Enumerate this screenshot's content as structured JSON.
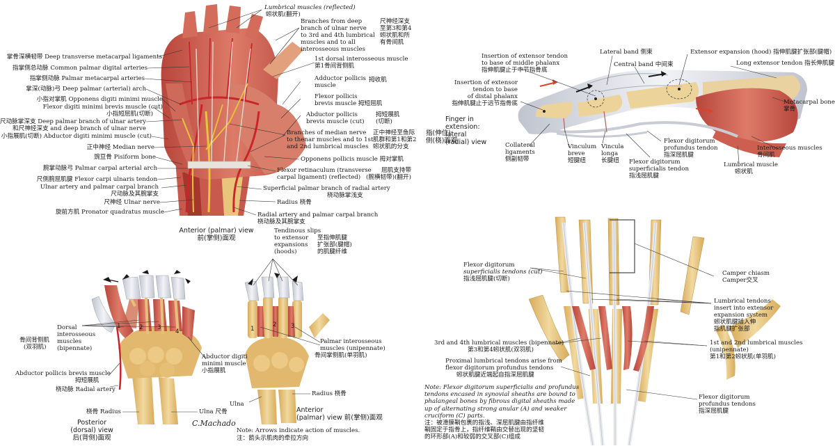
{
  "panels": {
    "palmar": {
      "labels_left": [
        "掌骨深横韧带 Deep transverse metacarpal ligaments",
        "指掌侧总动脉 Common palmar digital arteries",
        "指掌侧动脉 Palmar metacarpal arteries",
        "掌深(动脉)弓 Deep palmar (arterial) arch",
        "小指对掌肌 Opponens digiti minimi muscle",
        "Flexor digiti minimi brevis muscle (cut)",
        "小指短屈肌(切断)",
        "尺动脉掌深支 Deep palmar branch of ulnar artery",
        "和尺神经深支 and deep branch of ulnar nerve",
        "小指展肌(切断) Abductor digiti minimi muscle (cut)",
        "正中神经 Median nerve",
        "豌豆骨 Pisiform bone",
        "腕掌动脉弓 Palmar carpal arterial arch",
        "尺侧腕屈肌腱 Flexor carpi ulnaris tendon",
        "Ulnar artery and palmar carpal branch",
        "尺动脉及其腕掌支",
        "尺神经 Ulnar nerve",
        "旋前方肌 Pronator quadratus muscle"
      ],
      "labels_right": [
        "Lumbrical muscles (reflected)",
        "蚓状肌(翻开)",
        "Branches from deep",
        "branch of ulnar nerve",
        "to 3rd and 4th lumbrical",
        "muscles and to all",
        "interosseous muscles",
        "尺神经深支",
        "至第3和第4",
        "蚓状肌和所",
        "有骨间肌",
        "1st dorsal interosseous muscle",
        "第1骨间背侧肌",
        "Adductor pollicis",
        "muscle",
        "拇收肌",
        "Flexor pollicis",
        "brevis muscle 拇短屈肌",
        "Abductor pollicis",
        "brevis muscle (cut)",
        "拇短展肌",
        "(切断)",
        "Branches of median nerve",
        "to thenar muscles and to 1st",
        "and 2nd lumbrical muscles",
        "正中神经至鱼际",
        "肌群和第1和第2",
        "蚓状肌的分支",
        "Opponens pollicis muscle 拇对掌肌",
        "Flexor retinaculum (transverse",
        "carpal ligament) (reflected)",
        "屈肌支持带",
        "(腕横韧带)(翻开)",
        "Superficial palmar branch of radial artery",
        "桡动脉掌浅支",
        "Radius 桡骨",
        "Radial artery and palmar carpal branch",
        "桡动脉及其腕掌支"
      ],
      "view_en": "Anterior (palmar) view",
      "view_zh": "前(掌侧)面观"
    },
    "finger": {
      "labels": [
        "Insertion of extensor tendon",
        "to base of middle phalanx",
        "指伸肌腱止于中节指骨底",
        "Insertion of extensor",
        "tendon to base",
        "of distal phalanx",
        "指伸肌腱止于远节指骨底",
        "Lateral band 侧束",
        "Central band 中间束",
        "Extensor expansion (hood) 指伸肌腱扩张部(腱帽)",
        "Long extensor tendon 指长伸肌腱",
        "Metacarpal bone",
        "掌骨",
        "Finger in",
        "extension:",
        "lateral",
        "(radial) view",
        "指(伸位):",
        "侧(桡)面观",
        "Collateral",
        "ligaments",
        "侧副韧带",
        "Vinculum",
        "breve",
        "短腱纽",
        "Vincula",
        "longa",
        "长腱纽",
        "Flexor digitorum",
        "profundus tendon",
        "指深屈肌腱",
        "Flexor digitorum",
        "superficialis tendon",
        "指浅屈肌腱",
        "Interosseous muscles",
        "骨间肌",
        "Lumbrical muscle",
        "蚓状肌"
      ]
    },
    "dorsal": {
      "labels": [
        "Dorsal",
        "interosseous",
        "muscles",
        "(bipennate)",
        "骨间背侧肌",
        "(双羽肌)",
        "Abductor pollicis brevis muscle",
        "拇短展肌",
        "桡动脉 Radial artery",
        "Abductor digiti",
        "minimi muscle",
        "小指展肌",
        "桡骨 Radius",
        "Ulna 尺骨"
      ],
      "numbers": [
        "1",
        "2",
        "3",
        "4"
      ],
      "view": [
        "Posterior",
        "(dorsal) view",
        "后(背侧)面观"
      ],
      "signature": "C.Machado"
    },
    "anterior_small": {
      "labels": [
        "Tendinous slips",
        "to extensor",
        "expansions",
        "(hoods)",
        "至指伸肌腱",
        "扩张部(腱帽)",
        "的肌腱纤维",
        "Palmar interosseous",
        "muscles (unipennate)",
        "骨间掌侧肌(单羽肌)",
        "Radius 桡骨",
        "Ulna"
      ],
      "numbers": [
        "1",
        "2",
        "3"
      ],
      "view": [
        "Anterior",
        "(palmar) view 前(掌侧)面观"
      ],
      "note_en": "Note: Arrows indicate action of muscles.",
      "note_zh": "注：箭头示肌肉的牵拉方向"
    },
    "flexor": {
      "labels": [
        "Flexor digitorum",
        "superficialis tendons (cut)",
        "指浅屈肌腱(切断)",
        "Camper chiasm",
        "Camper交叉",
        "Lumbrical tendons",
        "insert into extensor",
        "expansion system",
        "蚓状肌腱插入伸",
        "指肌腱扩张部",
        "3rd and 4th lumbrical muscles (bipennate)",
        "第3和第4蚓状肌(双羽肌)",
        "1st and 2nd lumbrical muscles",
        "(unipennate)",
        "第1和第2蚓状肌(单羽肌)",
        "Proximal lumbrical tendons arise from",
        "flexor digitorum profundus tendons",
        "蚓状肌腱近端起自指深屈肌腱",
        "Flexor digitorum",
        "profundus tendons",
        "指深屈肌腱"
      ],
      "note": [
        "Note: Flexor digitorum superficialis and profundus",
        "tendons encased in synovial sheaths are bound to",
        "phalangeal bones by fibrous digital sheaths made",
        "up of alternating strong anular (A) and weaker",
        "cruciform (C) parts.",
        "注：被滑膜鞘包裹的指浅、深屈肌腱由指纤维",
        "鞘固定于指骨上，指纤维鞘由交替出现的坚韧",
        "的环形部(A)和较弱的交叉部(C)组成"
      ]
    }
  },
  "colors": {
    "muscle": "#c9574a",
    "muscle_light": "#e09a86",
    "bone": "#e8c57a",
    "tendon": "#dcdfe6",
    "artery": "#c8262a",
    "nerve": "#e9c43a",
    "leader": "#333333"
  }
}
